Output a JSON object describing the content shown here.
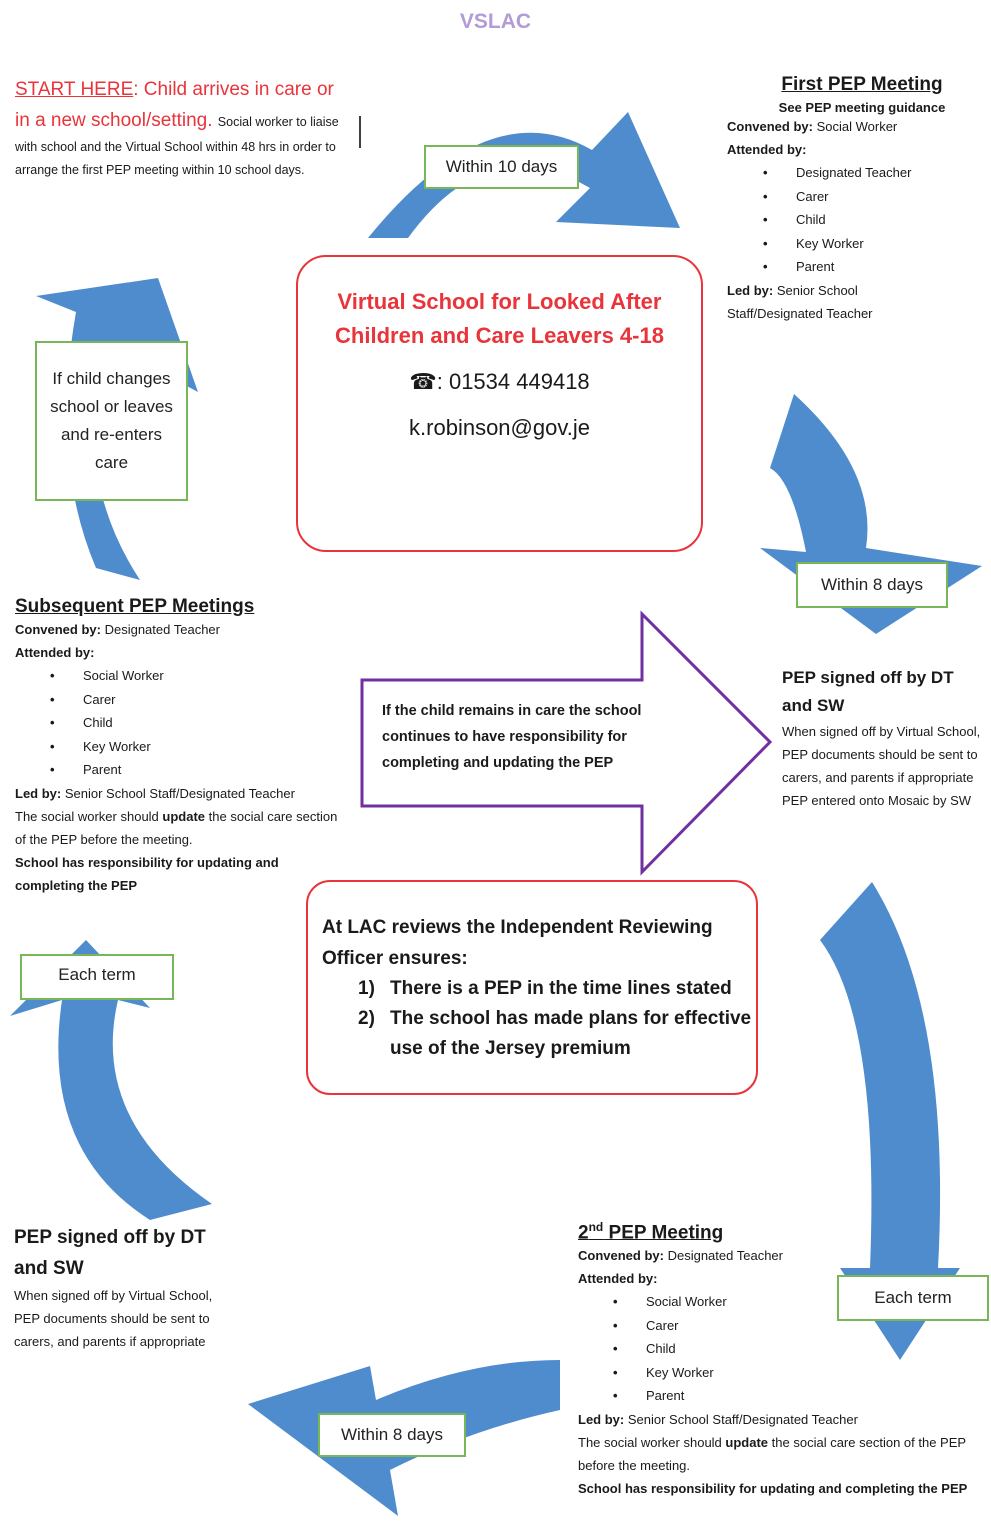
{
  "header": "VSLAC",
  "start": {
    "lead": "START HERE",
    "rest": ": Child arrives in care or in a new school/setting.",
    "detail": "Social worker to liaise with school and the Virtual School within 48 hrs in order to arrange the first PEP meeting within 10 school days."
  },
  "first_pep": {
    "title": "First PEP Meeting",
    "guidance": "See PEP meeting guidance",
    "convened_label": "Convened by:",
    "convened_value": "Social Worker",
    "attended_label": "Attended by:",
    "attendees": [
      "Designated Teacher",
      "Carer",
      "Child",
      "Key Worker",
      "Parent"
    ],
    "led_label": "Led by:",
    "led_value": "Senior School Staff/Designated Teacher"
  },
  "center_box": {
    "title": "Virtual School for Looked After Children and Care Leavers 4-18",
    "phone_icon": "☎",
    "phone": ": 01534 449418",
    "email": "k.robinson@gov.je"
  },
  "labels": {
    "within_10_days": "Within 10 days",
    "within_8_days_right": "Within 8 days",
    "if_child_changes": "If child changes school or leaves and re-enters care",
    "each_term_left": "Each term",
    "each_term_right": "Each term",
    "within_8_days_bottom": "Within 8 days"
  },
  "subsequent_pep": {
    "title": "Subsequent PEP Meetings",
    "convened_label": "Convened by:",
    "convened_value": "Designated Teacher",
    "attended_label": "Attended by:",
    "attendees": [
      "Social Worker",
      "Carer",
      "Child",
      "Key Worker",
      "Parent"
    ],
    "led_label": "Led by:",
    "led_value": "Senior School Staff/Designated Teacher",
    "update_pre": "The social worker should",
    "update_bold": "update",
    "update_post": "the social care section of the PEP before the meeting.",
    "responsibility": "School has responsibility for updating and completing the PEP"
  },
  "big_arrow_text": "If the child remains in care the school continues to have responsibility for completing and updating the PEP",
  "pep_signed_right": {
    "title": "PEP signed off by DT and SW",
    "text": "When signed off by Virtual School, PEP documents should be sent to carers, and parents if appropriate PEP entered onto Mosaic by SW"
  },
  "lac_box": {
    "intro": "At LAC reviews the Independent  Reviewing Officer ensures:",
    "items": [
      "There is a PEP in the time lines stated",
      "The school has made plans for effective use of the Jersey premium"
    ]
  },
  "pep_signed_left": {
    "title": "PEP signed off by DT and SW",
    "text": "When signed off by Virtual School, PEP documents should be sent to carers, and parents if appropriate"
  },
  "second_pep": {
    "title_num": "2",
    "title_sup": "nd",
    "title_rest": " PEP Meeting",
    "convened_label": "Convened by:",
    "convened_value": "Designated Teacher",
    "attended_label": "Attended by:",
    "attendees": [
      "Social Worker",
      "Carer",
      "Child",
      "Key Worker",
      "Parent"
    ],
    "led_label": "Led by:",
    "led_value": "Senior School Staff/Designated Teacher",
    "update_pre": "The social worker should",
    "update_bold": "update",
    "update_post": "the social care section of the PEP before the meeting.",
    "responsibility": "School has responsibility for updating and completing the PEP"
  },
  "colors": {
    "arrow": "#4f8ccd",
    "red": "#e8343a",
    "purple": "#7030a0",
    "green": "#77b757",
    "header": "#b39bd6"
  }
}
